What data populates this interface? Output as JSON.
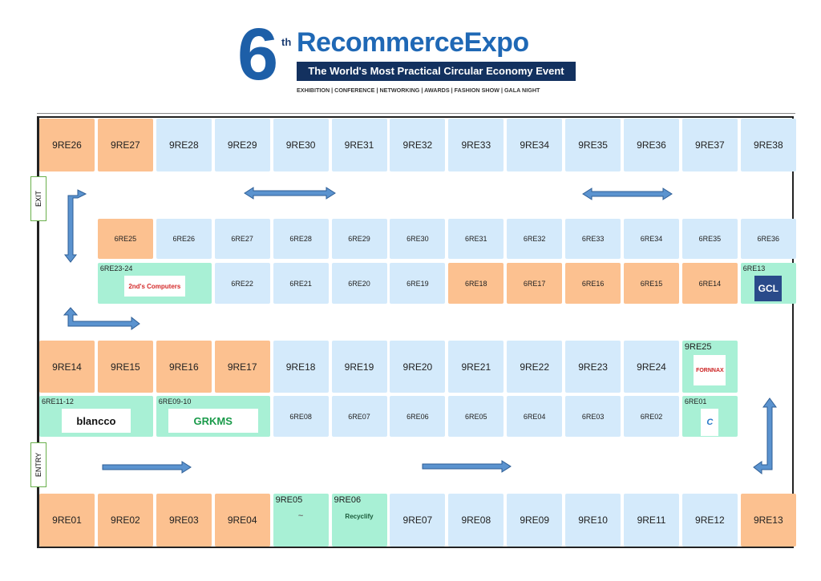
{
  "header": {
    "edition_number": "6",
    "edition_suffix": "th",
    "title": "RecommerceExpo",
    "tagline": "The World's Most Practical Circular Economy Event",
    "subtitle": "EXHIBITION | CONFERENCE | NETWORKING | AWARDS | FASHION SHOW | GALA NIGHT"
  },
  "colors": {
    "orange": "#FCC190",
    "blue": "#D4EAFB",
    "green": "#A8F0D5",
    "arrow": "#5B93CF",
    "arrow_outline": "#2E5E95",
    "brand": "#1f68b5",
    "tagline_bg": "#13315f"
  },
  "exits": {
    "exit": "EXIT",
    "entry": "ENTRY"
  },
  "rows": [
    {
      "name": "row-9re-top",
      "size": "big",
      "booths": [
        {
          "id": "9RE26",
          "c": "orange"
        },
        {
          "id": "9RE27",
          "c": "orange"
        },
        {
          "id": "9RE28",
          "c": "blue"
        },
        {
          "id": "9RE29",
          "c": "blue"
        },
        {
          "id": "9RE30",
          "c": "blue"
        },
        {
          "id": "9RE31",
          "c": "blue"
        },
        {
          "id": "9RE32",
          "c": "blue"
        },
        {
          "id": "9RE33",
          "c": "blue"
        },
        {
          "id": "9RE34",
          "c": "blue"
        },
        {
          "id": "9RE35",
          "c": "blue"
        },
        {
          "id": "9RE36",
          "c": "blue"
        },
        {
          "id": "9RE37",
          "c": "blue"
        },
        {
          "id": "9RE38",
          "c": "blue"
        }
      ]
    },
    {
      "name": "row-6re-upper",
      "size": "small",
      "start": 1,
      "booths": [
        {
          "id": "6RE25",
          "c": "orange"
        },
        {
          "id": "6RE26",
          "c": "blue"
        },
        {
          "id": "6RE27",
          "c": "blue"
        },
        {
          "id": "6RE28",
          "c": "blue"
        },
        {
          "id": "6RE29",
          "c": "blue"
        },
        {
          "id": "6RE30",
          "c": "blue"
        },
        {
          "id": "6RE31",
          "c": "blue"
        },
        {
          "id": "6RE32",
          "c": "blue"
        },
        {
          "id": "6RE33",
          "c": "blue"
        },
        {
          "id": "6RE34",
          "c": "blue"
        },
        {
          "id": "6RE35",
          "c": "blue"
        },
        {
          "id": "6RE36",
          "c": "blue"
        }
      ]
    },
    {
      "name": "row-6re-lower",
      "size": "small",
      "start": 1,
      "booths": [
        {
          "id": "6RE23-24",
          "c": "green",
          "span": 2,
          "logo": "2nd's Computers"
        },
        {
          "id": "6RE22",
          "c": "blue"
        },
        {
          "id": "6RE21",
          "c": "blue"
        },
        {
          "id": "6RE20",
          "c": "blue"
        },
        {
          "id": "6RE19",
          "c": "blue"
        },
        {
          "id": "6RE18",
          "c": "orange"
        },
        {
          "id": "6RE17",
          "c": "orange"
        },
        {
          "id": "6RE16",
          "c": "orange"
        },
        {
          "id": "6RE15",
          "c": "orange"
        },
        {
          "id": "6RE14",
          "c": "orange"
        },
        {
          "id": "6RE13",
          "c": "green",
          "logo": "GCL"
        }
      ]
    },
    {
      "name": "row-9re-middle",
      "size": "big",
      "booths": [
        {
          "id": "9RE14",
          "c": "orange"
        },
        {
          "id": "9RE15",
          "c": "orange"
        },
        {
          "id": "9RE16",
          "c": "orange"
        },
        {
          "id": "9RE17",
          "c": "orange"
        },
        {
          "id": "9RE18",
          "c": "blue"
        },
        {
          "id": "9RE19",
          "c": "blue"
        },
        {
          "id": "9RE20",
          "c": "blue"
        },
        {
          "id": "9RE21",
          "c": "blue"
        },
        {
          "id": "9RE22",
          "c": "blue"
        },
        {
          "id": "9RE23",
          "c": "blue"
        },
        {
          "id": "9RE24",
          "c": "blue"
        },
        {
          "id": "9RE25",
          "c": "green",
          "logo": "FORNNAX"
        }
      ]
    },
    {
      "name": "row-6re-middle",
      "size": "small",
      "booths": [
        {
          "id": "6RE11-12",
          "c": "green",
          "span": 2,
          "logo": "blancco"
        },
        {
          "id": "6RE09-10",
          "c": "green",
          "span": 2,
          "logo": "GRKMS"
        },
        {
          "id": "6RE08",
          "c": "blue"
        },
        {
          "id": "6RE07",
          "c": "blue"
        },
        {
          "id": "6RE06",
          "c": "blue"
        },
        {
          "id": "6RE05",
          "c": "blue"
        },
        {
          "id": "6RE04",
          "c": "blue"
        },
        {
          "id": "6RE03",
          "c": "blue"
        },
        {
          "id": "6RE02",
          "c": "blue"
        },
        {
          "id": "6RE01",
          "c": "green",
          "logo": "C"
        }
      ]
    },
    {
      "name": "row-9re-bottom",
      "size": "big",
      "booths": [
        {
          "id": "9RE01",
          "c": "orange"
        },
        {
          "id": "9RE02",
          "c": "orange"
        },
        {
          "id": "9RE03",
          "c": "orange"
        },
        {
          "id": "9RE04",
          "c": "orange"
        },
        {
          "id": "9RE05",
          "c": "green",
          "logo": "~"
        },
        {
          "id": "9RE06",
          "c": "green",
          "logo": "Recyclify"
        },
        {
          "id": "9RE07",
          "c": "blue"
        },
        {
          "id": "9RE08",
          "c": "blue"
        },
        {
          "id": "9RE09",
          "c": "blue"
        },
        {
          "id": "9RE10",
          "c": "blue"
        },
        {
          "id": "9RE11",
          "c": "blue"
        },
        {
          "id": "9RE12",
          "c": "blue"
        },
        {
          "id": "9RE13",
          "c": "orange"
        }
      ]
    }
  ]
}
